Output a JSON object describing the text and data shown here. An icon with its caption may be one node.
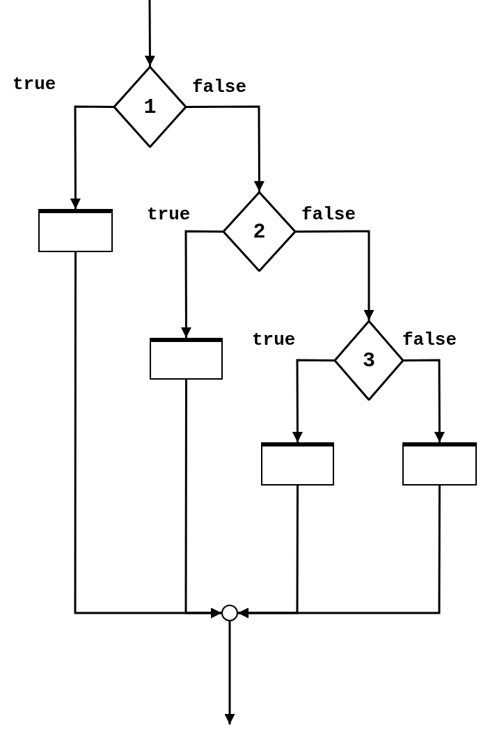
{
  "diagram": {
    "nodes": [
      {
        "text": [
          "1"
        ]
      },
      {
        "text": [],
        "shape": "box"
      },
      {
        "text": [
          "2"
        ]
      },
      {
        "text": [],
        "shape": "box"
      },
      {
        "text": [
          "3"
        ]
      },
      {
        "text": [],
        "shape": "box"
      },
      {
        "text": [],
        "shape": "box"
      },
      {
        "text": [],
        "shape": "circle"
      }
    ],
    "edges": [
      {
        "from": null,
        "to": 0,
        "arrow": "to"
      },
      {
        "from": 0,
        "to": 1,
        "arrow": "to",
        "label": "true"
      },
      {
        "from": 0,
        "to": 2,
        "arrow": "to",
        "label": "false"
      },
      {
        "from": 2,
        "to": 3,
        "arrow": "to",
        "label": "true"
      },
      {
        "from": 2,
        "to": 4,
        "arrow": "to",
        "label": "false"
      },
      {
        "from": 4,
        "to": 5,
        "arrow": "to",
        "label": "true"
      },
      {
        "from": 4,
        "to": 6,
        "arrow": "to",
        "label": "false"
      },
      {
        "from": 1,
        "to": 7,
        "arrow": "to"
      },
      {
        "from": 3,
        "to": 7,
        "arrow": "to"
      },
      {
        "from": 5,
        "to": 7,
        "arrow": "to"
      },
      {
        "from": 6,
        "to": 7,
        "arrow": "to"
      },
      {
        "from": 7,
        "to": null,
        "arrow": "to"
      }
    ]
  }
}
